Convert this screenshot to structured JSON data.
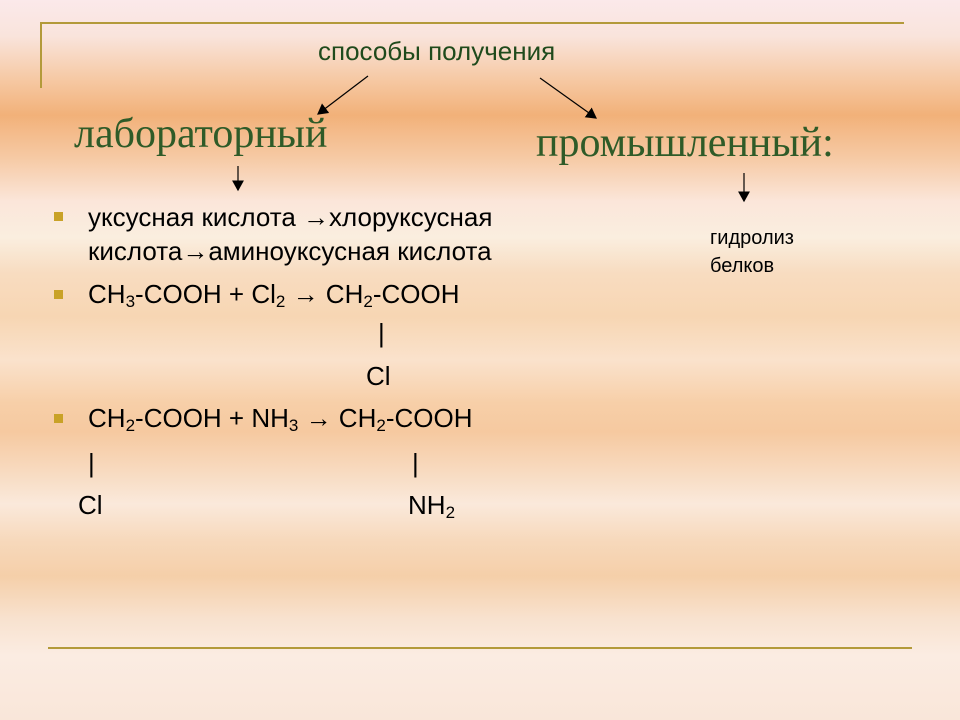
{
  "slide": {
    "title": "способы получения",
    "laboratory_heading": "лабораторный",
    "industrial_heading": "промышленный:",
    "hydrolysis_line1": "гидролиз",
    "hydrolysis_line2": "белков",
    "bullet1_line1": "уксусная кислота →хлоруксусная",
    "bullet1_line2": "кислота→аминоуксусная кислота",
    "eq1": {
      "ch": "CH",
      "sub3": "3",
      "cooh_plus_cl": "-COOH + Cl",
      "sub2a": "2",
      "arrow_ch": " → CH",
      "sub2b": "2",
      "cooh": "-COOH",
      "bond": "|",
      "cl": "Cl"
    },
    "eq2": {
      "ch": "CH",
      "sub2a": "2",
      "cooh_plus_nh": "-COOH +  NH",
      "sub3": "3",
      "arrow_ch": " → CH",
      "sub2b": "2",
      "cooh": "-COOH",
      "bond_left": "|",
      "bond_right": "|",
      "cl": "Cl",
      "nh": "NH",
      "sub2c": "2"
    }
  },
  "colors": {
    "heading_green": "#2f5b28",
    "bullet": "#c9a227",
    "frame": "#b39a3a"
  }
}
